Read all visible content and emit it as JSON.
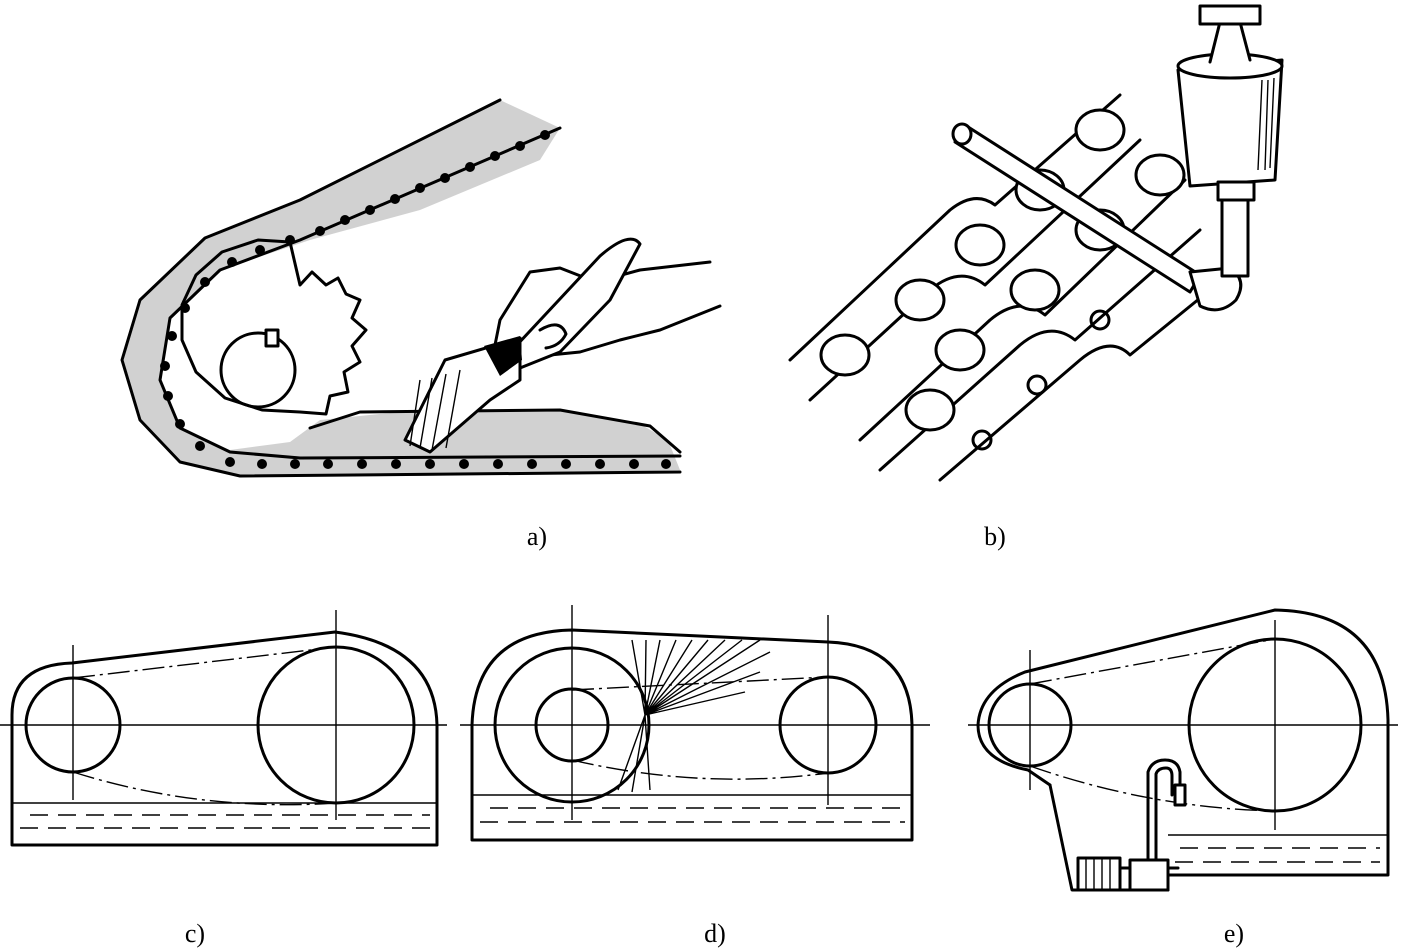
{
  "panels": {
    "a": {
      "label": "a)"
    },
    "b": {
      "label": "b)"
    },
    "c": {
      "label": "c)"
    },
    "d": {
      "label": "d)"
    },
    "e": {
      "label": "e)"
    }
  }
}
